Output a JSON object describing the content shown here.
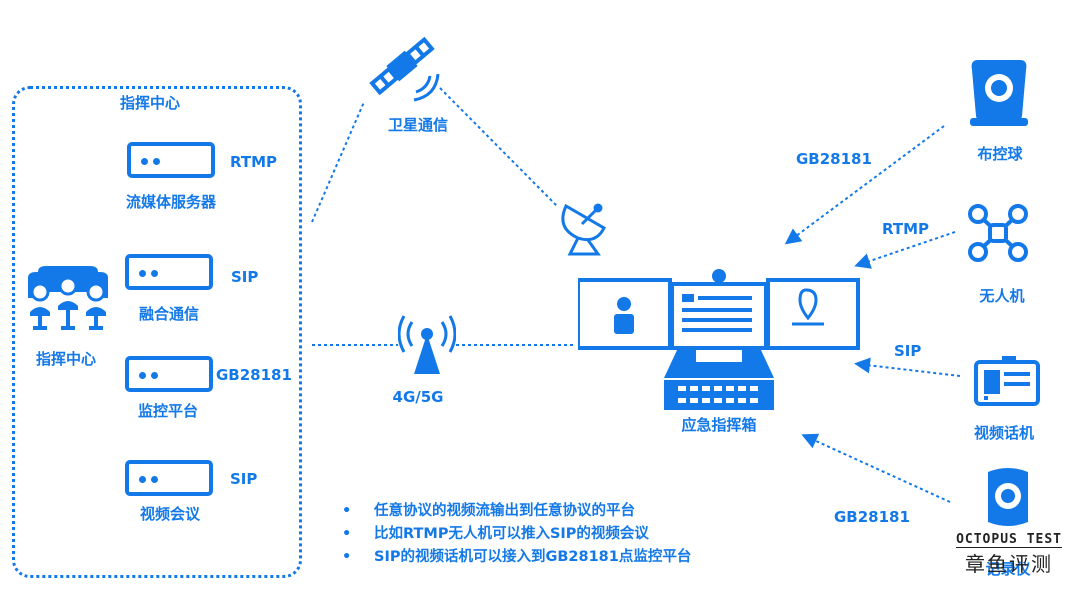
{
  "left_panel": {
    "title": "指挥中心",
    "command_center_label": "指挥中心",
    "servers": [
      {
        "name": "流媒体服务器",
        "protocol": "RTMP"
      },
      {
        "name": "融合通信",
        "protocol": "SIP"
      },
      {
        "name": "监控平台",
        "protocol": "GB28181"
      },
      {
        "name": "视频会议",
        "protocol": "SIP"
      }
    ]
  },
  "satellite": {
    "label": "卫星通信"
  },
  "cellular": {
    "label": "4G/5G"
  },
  "center_device": {
    "label": "应急指挥箱"
  },
  "right_devices": [
    {
      "name": "布控球",
      "protocol": "GB28181"
    },
    {
      "name": "无人机",
      "protocol": "RTMP"
    },
    {
      "name": "视频话机",
      "protocol": "SIP"
    },
    {
      "name": "记录仪",
      "protocol": "GB28181"
    }
  ],
  "notes": [
    "任意协议的视频流输出到任意协议的平台",
    "比如RTMP无人机可以推入SIP的视频会议",
    "SIP的视频话机可以接入到GB28181点监控平台"
  ],
  "watermark": {
    "line1": "OCTOPUS TEST",
    "line2": "章鱼评测"
  },
  "colors": {
    "primary": "#1479e8",
    "background": "#ffffff"
  }
}
